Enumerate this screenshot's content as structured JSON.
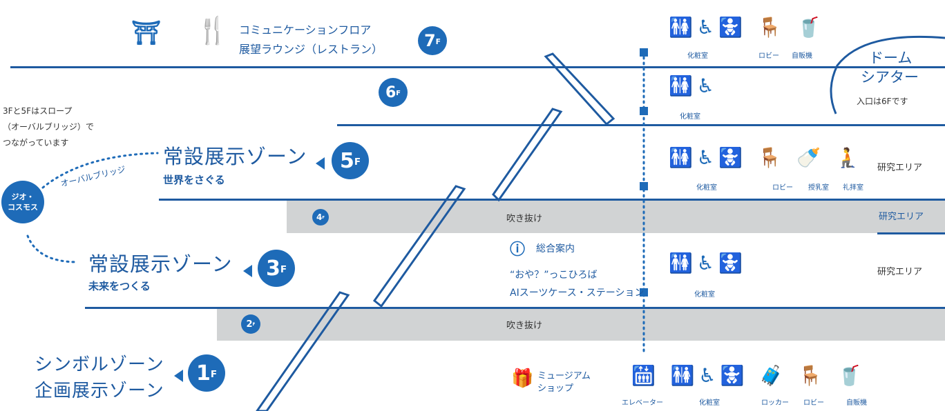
{
  "top": {
    "floor_label": "7F",
    "line1": "コミュニケーションフロア",
    "line2": "展望ラウンジ（レストラン）",
    "icon_bridge": "bridge-icon",
    "icon_dining": "fork-knife-icon"
  },
  "floors": {
    "f6": "6F",
    "f5": "5F",
    "f4": "4F",
    "f3": "3F",
    "f2": "2F",
    "f1": "1F"
  },
  "zone5": {
    "title": "常設展示ゾーン",
    "subtitle": "世界をさぐる"
  },
  "zone3": {
    "title": "常設展示ゾーン",
    "subtitle": "未来をつくる"
  },
  "zone1": {
    "title1": "シンボルゾーン",
    "title2": "企画展示ゾーン"
  },
  "note": {
    "line1": "3Fと5Fはスロープ",
    "line2": "（オーバルブリッジ）で",
    "line3": "つながっています"
  },
  "geo": {
    "line1": "ジオ・",
    "line2": "コスモス"
  },
  "bridge_label": "オーバルブリッジ",
  "atrium_label": "吹き抜け",
  "f3_info": {
    "info": "総合案内",
    "kids": "“おや？”っこひろば",
    "station": "AIスーツケース・ステーション"
  },
  "dome": {
    "line1": "ドーム",
    "line2": "シアター",
    "entry": "入口は6Fです"
  },
  "research": "研究エリア",
  "labels": {
    "restroom": "化粧室",
    "lobby": "ロビー",
    "vending": "自販機",
    "nursing": "授乳室",
    "prayer": "礼拝室",
    "locker": "ロッカー",
    "elevator": "エレベーター",
    "shop1": "ミュージアム",
    "shop2": "ショップ"
  },
  "colors": {
    "primary": "#1e6bb8",
    "line": "#1e5aa0",
    "band": "#d1d3d4"
  }
}
